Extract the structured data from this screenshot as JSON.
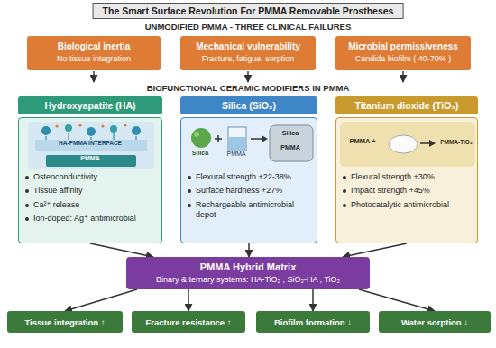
{
  "diagram": {
    "title": "The Smart Surface Revolution For PMMA Removable Prostheses",
    "nodes": [
      {
        "text": [
          "Biological inertia",
          "No tissue integration"
        ]
      },
      {
        "text": [
          "Mechanical vulnerability",
          "Fracture, fatigue, sorption"
        ]
      },
      {
        "text": [
          "Microbial permissiveness",
          "Candida biofilm ( 40-70% )"
        ]
      },
      {
        "text": [
          "Hydroxyapatite (HA)"
        ]
      },
      {
        "text": [
          "Silica (SiO₂)"
        ]
      },
      {
        "text": [
          "Titanium dioxide (TiO₂)"
        ]
      },
      {
        "text": [
          "Osteoconductivity",
          "Tissue affinity",
          "Ca²⁺ release",
          "Ion-doped: Ag⁺ antimicrobial"
        ]
      },
      {
        "text": [
          "Flexural strength +22-38%",
          "Surface hardness +27%",
          "Rechargeable antimicrobial depot"
        ]
      },
      {
        "text": [
          "Flexural strength +30%",
          "Impact strength +45%",
          "Photocatalytic antimicrobial"
        ]
      },
      {
        "text": [
          "PMMA Hybrid Matrix",
          "Binary & ternary systems: HA-TiO₂ , SiO₂-HA , TiO₂"
        ]
      },
      {
        "text": [
          "Tissue integration ↑"
        ]
      },
      {
        "text": [
          "Fracture resistance ↑"
        ]
      },
      {
        "text": [
          "Biofilm formation ↓"
        ]
      },
      {
        "text": [
          "Water sorption ↓"
        ]
      }
    ],
    "edges": [
      {
        "from": 6,
        "to": 9,
        "arrow": "to"
      },
      {
        "from": 7,
        "to": 9,
        "arrow": "to"
      },
      {
        "from": 8,
        "to": 9,
        "arrow": "to"
      },
      {
        "from": 9,
        "to": 10,
        "arrow": "to"
      },
      {
        "from": 9,
        "to": 11,
        "arrow": "to"
      },
      {
        "from": 9,
        "to": 12,
        "arrow": "to"
      },
      {
        "from": 9,
        "to": 13,
        "arrow": "to"
      }
    ],
    "labels": [
      "UNMODIFIED PMMA - THREE CLINICAL FAILURES",
      "BIOFUNCTIONAL CERAMIC MODIFIERS IN PMMA",
      "HA-PMMA INTERFACE",
      "PMMA",
      "Silica",
      "PMMA",
      "Silica",
      "PMMA",
      "PMMA +",
      "PMMA-TiO₂"
    ]
  }
}
